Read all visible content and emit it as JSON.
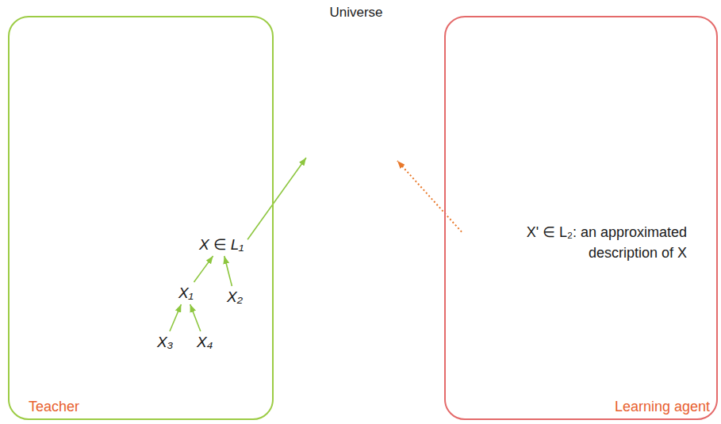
{
  "diagram": {
    "nodes": [
      {
        "text": [
          "Teacher"
        ]
      },
      {
        "text": [
          "X ∈ L₁"
        ],
        "in": 0
      },
      {
        "text": [
          "X₁"
        ],
        "in": 0
      },
      {
        "text": [
          "X₂"
        ],
        "in": 0
      },
      {
        "text": [
          "X₃"
        ],
        "in": 0
      },
      {
        "text": [
          "X₄"
        ],
        "in": 0
      },
      {
        "text": [
          "Universe"
        ]
      },
      {
        "text": [
          "Learning agent"
        ]
      },
      {
        "text": [
          "X' ∈ L₂: an approximated description of X"
        ],
        "in": 7
      }
    ],
    "edges": [
      {
        "from": 4,
        "to": 2,
        "arrow": "to"
      },
      {
        "from": 5,
        "to": 2,
        "arrow": "to"
      },
      {
        "from": 2,
        "to": 1,
        "arrow": "to"
      },
      {
        "from": 3,
        "to": 1,
        "arrow": "to"
      },
      {
        "from": 1,
        "to": 6,
        "arrow": "to"
      },
      {
        "from": 8,
        "to": 6,
        "arrow": "to"
      }
    ]
  }
}
